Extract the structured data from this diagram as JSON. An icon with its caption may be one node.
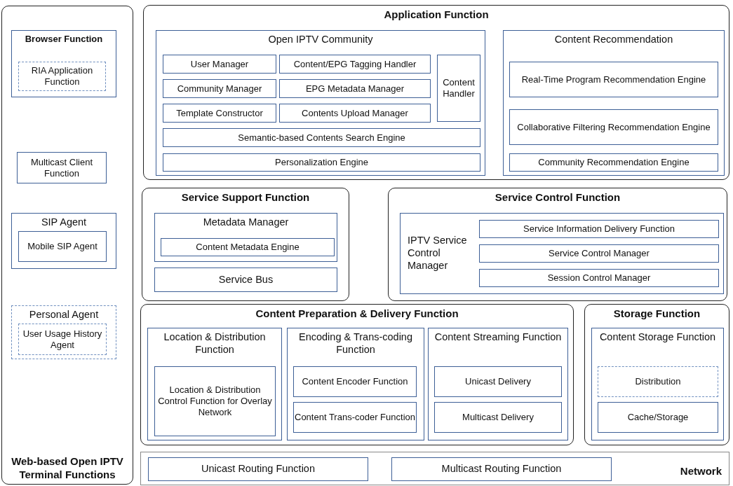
{
  "diagram": {
    "nodes": [
      {
        "text": [
          "Web-based Open IPTV Terminal Functions"
        ]
      },
      {
        "text": [
          "Browser Function"
        ],
        "in": 0
      },
      {
        "text": [
          "RIA Application Function"
        ],
        "in": 1
      },
      {
        "text": [
          "Multicast Client Function"
        ],
        "in": 0
      },
      {
        "text": [
          "SIP Agent"
        ],
        "in": 0
      },
      {
        "text": [
          "Mobile SIP Agent"
        ],
        "in": 4
      },
      {
        "text": [
          "Personal Agent"
        ],
        "in": 0
      },
      {
        "text": [
          "User Usage History Agent"
        ],
        "in": 6
      },
      {
        "text": [
          "Application Function"
        ]
      },
      {
        "text": [
          "Open IPTV Community"
        ],
        "in": 8
      },
      {
        "text": [
          "User Manager"
        ],
        "in": 9
      },
      {
        "text": [
          "Content/EPG Tagging Handler"
        ],
        "in": 9
      },
      {
        "text": [
          "Content Handler"
        ],
        "in": 9
      },
      {
        "text": [
          "Community Manager"
        ],
        "in": 9
      },
      {
        "text": [
          "EPG Metadata Manager"
        ],
        "in": 9
      },
      {
        "text": [
          "Template Constructor"
        ],
        "in": 9
      },
      {
        "text": [
          "Contents Upload Manager"
        ],
        "in": 9
      },
      {
        "text": [
          "Semantic-based Contents Search Engine"
        ],
        "in": 9
      },
      {
        "text": [
          "Personalization Engine"
        ],
        "in": 9
      },
      {
        "text": [
          "Content Recommendation"
        ],
        "in": 8
      },
      {
        "text": [
          "Real-Time Program Recommendation Engine"
        ],
        "in": 19
      },
      {
        "text": [
          "Collaborative Filtering Recommendation Engine"
        ],
        "in": 19
      },
      {
        "text": [
          "Community Recommendation Engine"
        ],
        "in": 19
      },
      {
        "text": [
          "Service Support Function"
        ]
      },
      {
        "text": [
          "Metadata Manager"
        ],
        "in": 23
      },
      {
        "text": [
          "Content Metadata Engine"
        ],
        "in": 24
      },
      {
        "text": [
          "Service Bus"
        ],
        "in": 23
      },
      {
        "text": [
          "Service Control Function"
        ]
      },
      {
        "text": [
          "IPTV Service Control Manager"
        ],
        "in": 27
      },
      {
        "text": [
          "Service Information Delivery Function"
        ],
        "in": 28
      },
      {
        "text": [
          "Service Control Manager"
        ],
        "in": 28
      },
      {
        "text": [
          "Session Control Manager"
        ],
        "in": 28
      },
      {
        "text": [
          "Content Preparation & Delivery Function"
        ]
      },
      {
        "text": [
          "Location & Distribution Function"
        ],
        "in": 32
      },
      {
        "text": [
          "Location & Distribution Control Function for Overlay Network"
        ],
        "in": 33
      },
      {
        "text": [
          "Encoding & Trans-coding Function"
        ],
        "in": 32
      },
      {
        "text": [
          "Content Encoder Function"
        ],
        "in": 35
      },
      {
        "text": [
          "Content Trans-coder Function"
        ],
        "in": 35
      },
      {
        "text": [
          "Content Streaming Function"
        ],
        "in": 32
      },
      {
        "text": [
          "Unicast Delivery"
        ],
        "in": 38
      },
      {
        "text": [
          "Multicast Delivery"
        ],
        "in": 38
      },
      {
        "text": [
          "Storage Function"
        ]
      },
      {
        "text": [
          "Content Storage Function"
        ],
        "in": 41
      },
      {
        "text": [
          "Distribution"
        ],
        "in": 42
      },
      {
        "text": [
          "Cache/Storage"
        ],
        "in": 42
      },
      {
        "text": [
          "Network"
        ]
      },
      {
        "text": [
          "Unicast Routing Function"
        ],
        "in": 45
      },
      {
        "text": [
          "Multicast Routing Function"
        ],
        "in": 45
      }
    ]
  }
}
